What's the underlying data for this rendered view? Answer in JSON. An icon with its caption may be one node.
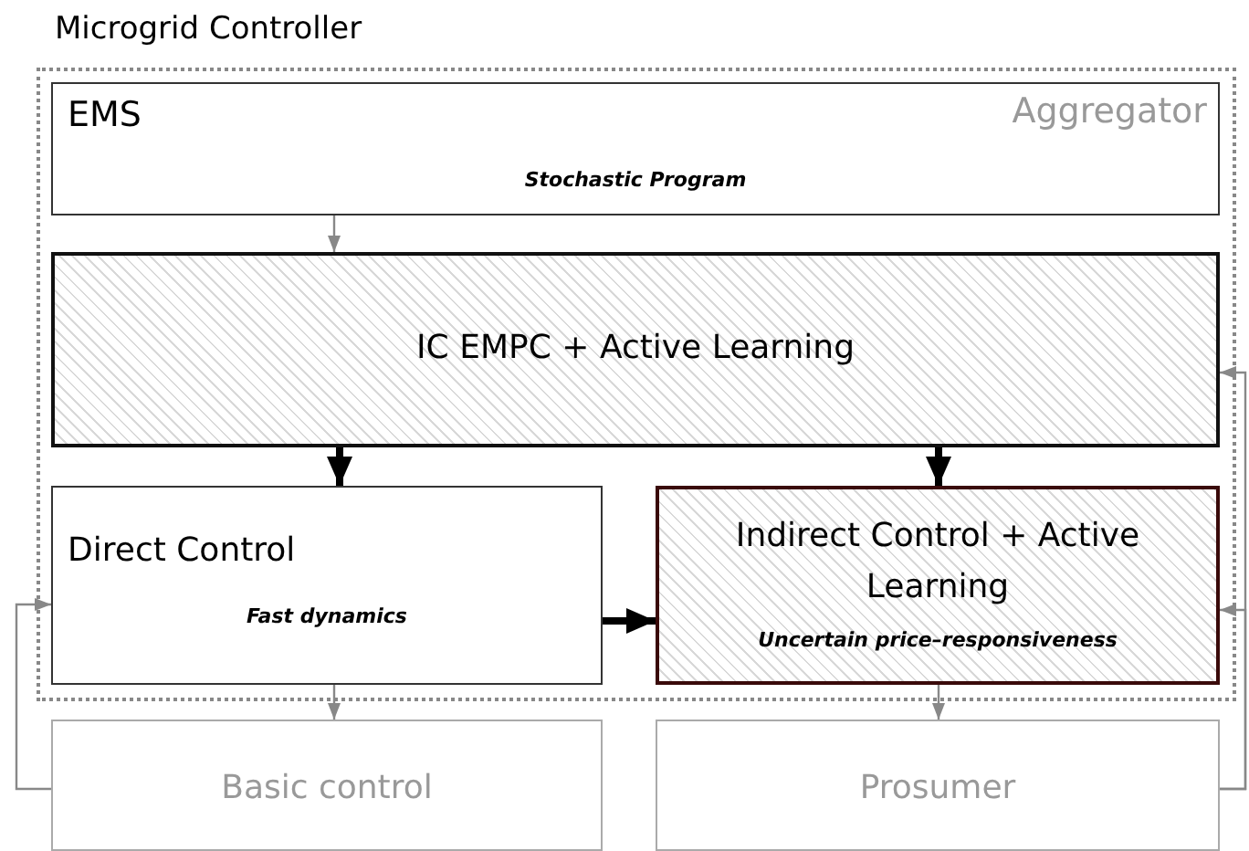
{
  "diagram": {
    "nodes": [
      {
        "text": [
          "Microgrid Controller"
        ]
      },
      {
        "text": [
          "EMS",
          "Aggregator",
          "Stochastic Program"
        ],
        "in": 0
      },
      {
        "text": [
          "IC EMPC + Active Learning"
        ],
        "in": 0
      },
      {
        "text": [
          "Direct Control",
          "Fast dynamics"
        ],
        "in": 0
      },
      {
        "text": [
          "Indirect Control + Active Learning",
          "Uncertain price–responsiveness"
        ],
        "in": 0
      },
      {
        "text": [
          "Basic control"
        ]
      },
      {
        "text": [
          "Prosumer"
        ]
      }
    ],
    "edges": [
      {
        "from": 1,
        "to": 2,
        "arrow": "to"
      },
      {
        "from": 2,
        "to": 3,
        "arrow": "to",
        "style": "thick",
        "color": "#000000"
      },
      {
        "from": 2,
        "to": 4,
        "arrow": "to",
        "style": "thick",
        "color": "#000000"
      },
      {
        "from": 3,
        "to": 4,
        "arrow": "to",
        "style": "thick",
        "color": "#000000"
      },
      {
        "from": 3,
        "to": 5,
        "arrow": "to"
      },
      {
        "from": 4,
        "to": 6,
        "arrow": "to"
      },
      {
        "from": 5,
        "to": 3,
        "arrow": "to"
      },
      {
        "from": 6,
        "to": 2,
        "arrow": "to"
      },
      {
        "from": 6,
        "to": 4,
        "arrow": "to"
      }
    ]
  }
}
